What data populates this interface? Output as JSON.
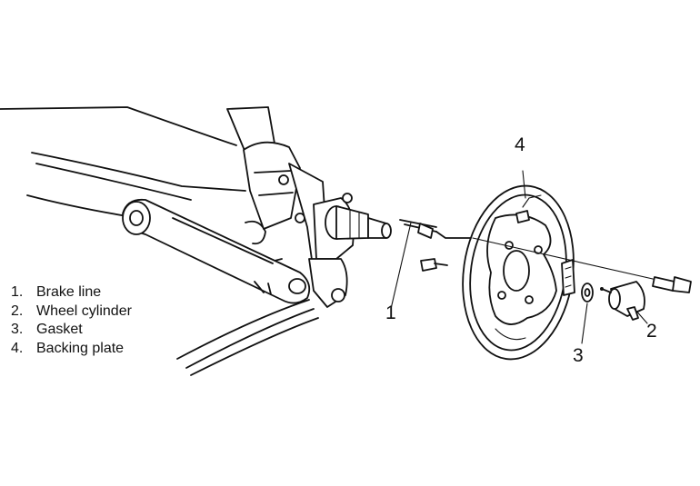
{
  "legend": [
    {
      "num": "1.",
      "label": "Brake line"
    },
    {
      "num": "2.",
      "label": "Wheel cylinder"
    },
    {
      "num": "3.",
      "label": "Gasket"
    },
    {
      "num": "4.",
      "label": "Backing plate"
    }
  ],
  "callouts": [
    "1",
    "2",
    "3",
    "4"
  ]
}
